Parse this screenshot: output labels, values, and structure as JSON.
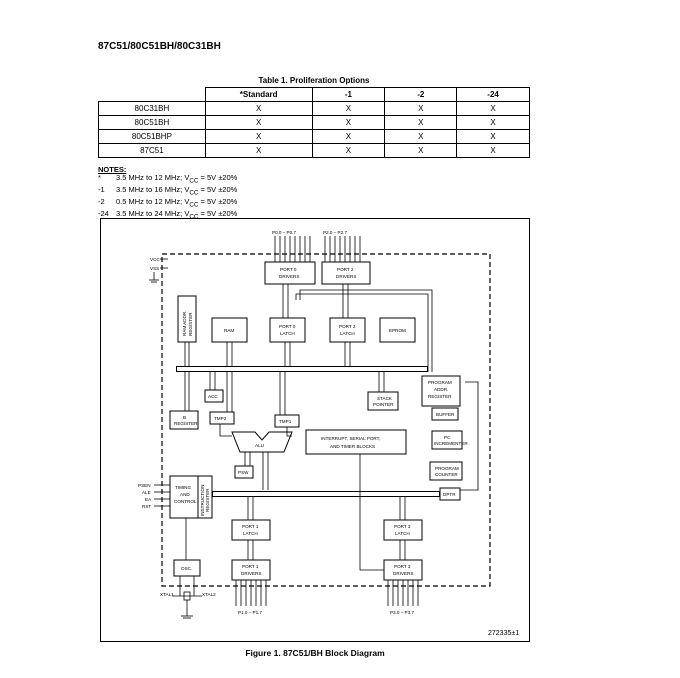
{
  "document": {
    "title": "87C51/80C51BH/80C31BH"
  },
  "table": {
    "caption": "Table 1. Proliferation   Options",
    "headers": [
      "*Standard",
      "-1",
      "-2",
      "-24"
    ],
    "rows": [
      {
        "name": "80C31BH",
        "cells": [
          "X",
          "X",
          "X",
          "X"
        ]
      },
      {
        "name": "80C51BH",
        "cells": [
          "X",
          "X",
          "X",
          "X"
        ]
      },
      {
        "name": "80C51BHP",
        "cells": [
          "X",
          "X",
          "X",
          "X"
        ]
      },
      {
        "name": "87C51",
        "cells": [
          "X",
          "X",
          "X",
          "X"
        ]
      }
    ]
  },
  "notes": {
    "header": "NOTES:",
    "items": [
      {
        "key": "*",
        "text": "3.5 MHz to 12 MHz; V",
        "sub": "CC",
        "tail": " = 5V ±20%"
      },
      {
        "key": "-1",
        "text": "3.5 MHz to 16 MHz; V",
        "sub": "CC",
        "tail": " = 5V ±20%"
      },
      {
        "key": "-2",
        "text": "0.5 MHz to 12 MHz; V",
        "sub": "CC",
        "tail": " = 5V ±20%"
      },
      {
        "key": "-24",
        "text": "3.5 MHz to 24 MHz; V",
        "sub": "CC",
        "tail": " = 5V ±20%"
      }
    ]
  },
  "figure": {
    "id": "272335±1",
    "caption": "Figure 1. 87C51/BH Block Diagram",
    "labels": {
      "p0_pins": "P0.0 – P0.7",
      "p2_pins": "P2.0 – P2.7",
      "p1_pins": "P1.0 – P1.7",
      "p3_pins": "P3.0 – P3.7",
      "vcc": "VCC",
      "vss": "VSS",
      "port0_drivers": [
        "PORT 0",
        "DRIVERS"
      ],
      "port2_drivers": [
        "PORT 2",
        "DRIVERS"
      ],
      "ram_addr_reg": [
        "RAM ADDR.",
        "REGISTER"
      ],
      "ram": "RAM",
      "port0_latch": [
        "PORT 0",
        "LATCH"
      ],
      "port2_latch": [
        "PORT 2",
        "LATCH"
      ],
      "eprom": "EPROM",
      "acc": "ACC",
      "stack_pointer": [
        "STACK",
        "POINTER"
      ],
      "program_addr_reg": [
        "PROGRAM",
        "ADDR.",
        "REGISTER"
      ],
      "b_register": [
        "B",
        "REGISTER"
      ],
      "tmp2": "TMP2",
      "tmp1": "TMP1",
      "buffer": "BUFFER",
      "alu": "ALU",
      "interrupt": [
        "INTERRUPT, SERIAL PORT,",
        "AND TIMER BLOCKS"
      ],
      "pc_incrementer": [
        "PC",
        "INCREMENTER"
      ],
      "psw": "PSW",
      "program_counter": [
        "PROGRAM",
        "COUNTER"
      ],
      "timing_control": [
        "TIMING",
        "AND",
        "CONTROL"
      ],
      "instruction_reg": [
        "INSTRUCTION",
        "REGISTER"
      ],
      "dptr": "DPTR",
      "port1_latch": [
        "PORT 1",
        "LATCH"
      ],
      "port3_latch": [
        "PORT 3",
        "LATCH"
      ],
      "osc": "OSC.",
      "port1_drivers": [
        "PORT 1",
        "DRIVERS"
      ],
      "port3_drivers": [
        "PORT 3",
        "DRIVERS"
      ],
      "psen": "PSEN",
      "ale": "ALE",
      "ea": "EA",
      "rst": "RST",
      "xtal1": "XTAL1",
      "xtal2": "XTAL2"
    }
  }
}
